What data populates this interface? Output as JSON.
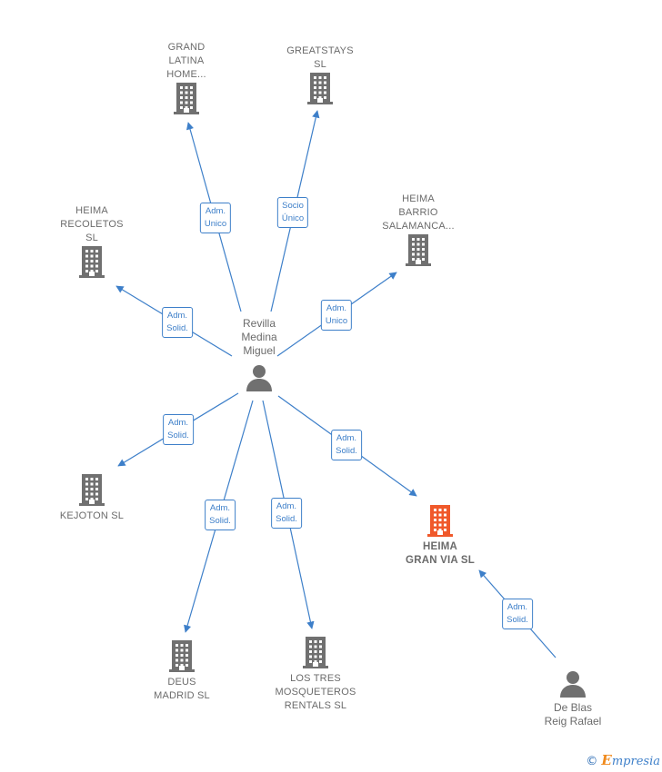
{
  "colors": {
    "edge": "#3d7fc9",
    "building": "#707070",
    "building_focus": "#f0592b",
    "person": "#707070"
  },
  "people": [
    {
      "id": "revilla",
      "label": "Revilla\nMedina\nMiguel"
    },
    {
      "id": "deblas",
      "label": "De Blas\nReig Rafael"
    }
  ],
  "companies": [
    {
      "id": "grand-latina",
      "label": "GRAND\nLATINA\nHOME..."
    },
    {
      "id": "greatstays",
      "label": "GREATSTAYS\nSL"
    },
    {
      "id": "heima-recoletos",
      "label": "HEIMA\nRECOLETOS\nSL"
    },
    {
      "id": "heima-barrio",
      "label": "HEIMA\nBARRIO\nSALAMANCA..."
    },
    {
      "id": "kejoton",
      "label": "KEJOTON  SL"
    },
    {
      "id": "heima-granvia",
      "label": "HEIMA\nGRAN VIA  SL",
      "focus": true
    },
    {
      "id": "deus-madrid",
      "label": "DEUS\nMADRID  SL"
    },
    {
      "id": "los-tres",
      "label": "LOS TRES\nMOSQUETEROS\nRENTALS  SL"
    }
  ],
  "relations": [
    {
      "from": "revilla",
      "to": "grand-latina",
      "label": "Adm.\nUnico"
    },
    {
      "from": "revilla",
      "to": "greatstays",
      "label": "Socio\nÚnico"
    },
    {
      "from": "revilla",
      "to": "heima-recoletos",
      "label": "Adm.\nSolid."
    },
    {
      "from": "revilla",
      "to": "heima-barrio",
      "label": "Adm.\nUnico"
    },
    {
      "from": "revilla",
      "to": "kejoton",
      "label": "Adm.\nSolid."
    },
    {
      "from": "revilla",
      "to": "heima-granvia",
      "label": "Adm.\nSolid."
    },
    {
      "from": "revilla",
      "to": "deus-madrid",
      "label": "Adm.\nSolid."
    },
    {
      "from": "revilla",
      "to": "los-tres",
      "label": "Adm.\nSolid."
    },
    {
      "from": "deblas",
      "to": "heima-granvia",
      "label": "Adm.\nSolid."
    }
  ],
  "footer": {
    "copyright": "©",
    "brand_first": "E",
    "brand_rest": "mpresia"
  }
}
